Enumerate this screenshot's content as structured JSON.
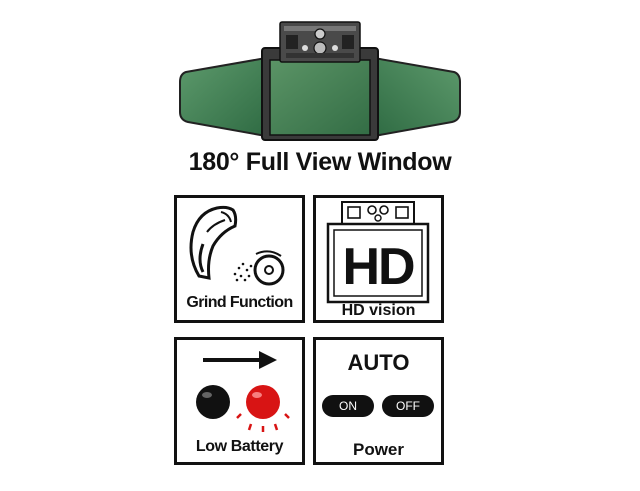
{
  "title": "180° Full View Window",
  "features": {
    "grind": {
      "label": "Grind Function"
    },
    "hd": {
      "badge": "HD",
      "label": "HD vision"
    },
    "battery": {
      "label": "Low Battery"
    },
    "power": {
      "heading": "AUTO",
      "on": "ON",
      "off": "OFF",
      "label": "Power"
    }
  },
  "colors": {
    "lens_green": "#3e7a4f",
    "battery_red": "#d81414",
    "ink": "#111111"
  }
}
